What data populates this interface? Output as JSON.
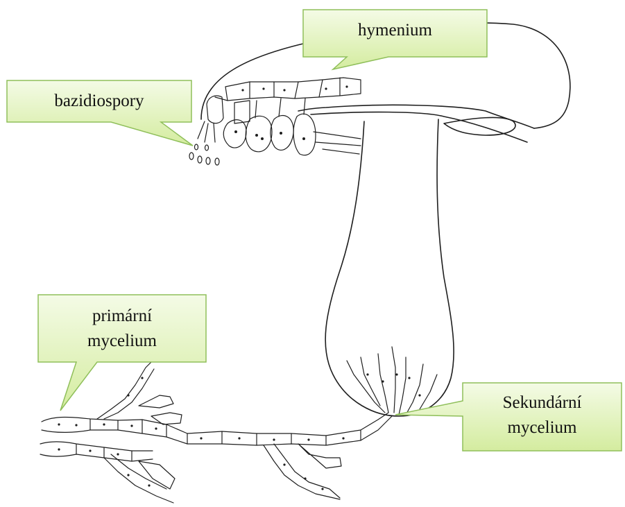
{
  "labels": {
    "hymenium": "hymenium",
    "bazidiospory": "bazidiospory",
    "primarni_line1": "primární",
    "primarni_line2": "mycelium",
    "sekundarni_line1": "Sekundární",
    "sekundarni_line2": "mycelium"
  },
  "colors": {
    "callout_fill_top": "#f4fbe6",
    "callout_fill_bottom": "#d4ec9f",
    "callout_border": "#8fbf5a",
    "ink": "#1e1e1e"
  }
}
